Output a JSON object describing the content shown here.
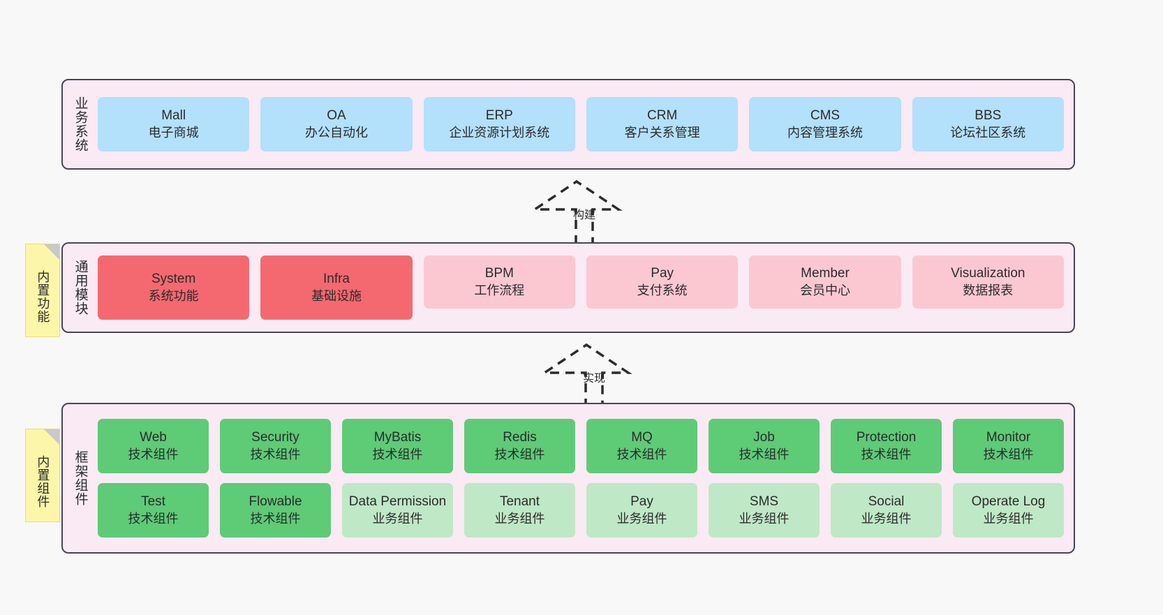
{
  "diagram": {
    "title_hidden": "",
    "colors": {
      "layer_bg": "#f9eaf4",
      "layer_border": "#4a4453",
      "business": "#b3e0fb",
      "module_strong": "#f4696f",
      "module_soft": "#fbc8d2",
      "tech_component": "#5ecb77",
      "biz_component": "#bfe8c6",
      "note": "#fcf7a8",
      "canvas": "#f8f8f8"
    }
  },
  "layers": [
    {
      "id": "business-system",
      "title": "业务系统",
      "note": null,
      "rows": [
        [
          {
            "name": "Mall",
            "desc": "电子商城",
            "style": "blue"
          },
          {
            "name": "OA",
            "desc": "办公自动化",
            "style": "blue"
          },
          {
            "name": "ERP",
            "desc": "企业资源计划系统",
            "style": "blue"
          },
          {
            "name": "CRM",
            "desc": "客户关系管理",
            "style": "blue"
          },
          {
            "name": "CMS",
            "desc": "内容管理系统",
            "style": "blue"
          },
          {
            "name": "BBS",
            "desc": "论坛社区系统",
            "style": "blue"
          }
        ]
      ]
    },
    {
      "id": "common-module",
      "title": "通用模块",
      "note": "内置功能",
      "rows": [
        [
          {
            "name": "System",
            "desc": "系统功能",
            "style": "red-strong"
          },
          {
            "name": "Infra",
            "desc": "基础设施",
            "style": "red-strong"
          },
          {
            "name": "BPM",
            "desc": "工作流程",
            "style": "red-soft"
          },
          {
            "name": "Pay",
            "desc": "支付系统",
            "style": "red-soft"
          },
          {
            "name": "Member",
            "desc": "会员中心",
            "style": "red-soft"
          },
          {
            "name": "Visualization",
            "desc": "数据报表",
            "style": "red-soft"
          }
        ]
      ]
    },
    {
      "id": "framework-component",
      "title": "框架组件",
      "note": "内置组件",
      "rows": [
        [
          {
            "name": "Web",
            "desc": "技术组件",
            "style": "green-strong"
          },
          {
            "name": "Security",
            "desc": "技术组件",
            "style": "green-strong"
          },
          {
            "name": "MyBatis",
            "desc": "技术组件",
            "style": "green-strong"
          },
          {
            "name": "Redis",
            "desc": "技术组件",
            "style": "green-strong"
          },
          {
            "name": "MQ",
            "desc": "技术组件",
            "style": "green-strong"
          },
          {
            "name": "Job",
            "desc": "技术组件",
            "style": "green-strong"
          },
          {
            "name": "Protection",
            "desc": "技术组件",
            "style": "green-strong"
          },
          {
            "name": "Monitor",
            "desc": "技术组件",
            "style": "green-strong"
          }
        ],
        [
          {
            "name": "Test",
            "desc": "技术组件",
            "style": "green-strong"
          },
          {
            "name": "Flowable",
            "desc": "技术组件",
            "style": "green-strong"
          },
          {
            "name": "Data Permission",
            "desc": "业务组件",
            "style": "green-soft"
          },
          {
            "name": "Tenant",
            "desc": "业务组件",
            "style": "green-soft"
          },
          {
            "name": "Pay",
            "desc": "业务组件",
            "style": "green-soft"
          },
          {
            "name": "SMS",
            "desc": "业务组件",
            "style": "green-soft"
          },
          {
            "name": "Social",
            "desc": "业务组件",
            "style": "green-soft"
          },
          {
            "name": "Operate Log",
            "desc": "业务组件",
            "style": "green-soft"
          }
        ]
      ]
    }
  ],
  "connectors": [
    {
      "id": "build",
      "label": "构建",
      "from": "common-module",
      "to": "business-system"
    },
    {
      "id": "implement",
      "label": "实现",
      "from": "framework-component",
      "to": "common-module"
    }
  ]
}
